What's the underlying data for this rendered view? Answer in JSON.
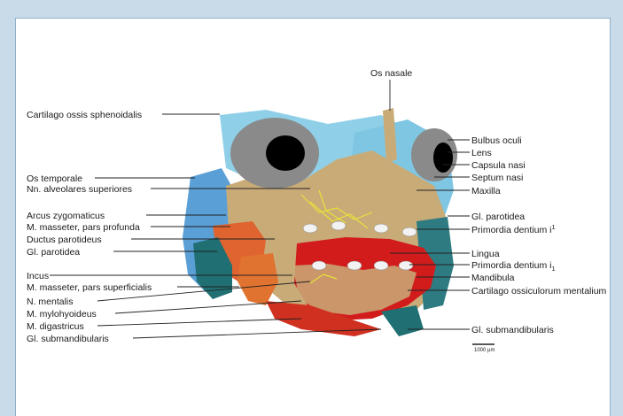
{
  "labels_left": [
    "Cartilago ossis sphenoidalis",
    "Os temporale",
    "Nn. alveolares superiores",
    "Arcus zygomaticus",
    "M. masseter, pars profunda",
    "Ductus parotideus",
    "Gl. parotidea",
    "Incus",
    "M. masseter, pars superficialis",
    "N. mentalis",
    "M. mylohyoideus",
    "M. digastricus",
    "Gl. submandibularis"
  ],
  "labels_top": [
    "Os nasale"
  ],
  "labels_right": [
    "Bulbus oculi",
    "Lens",
    "Capsula nasi",
    "Septum nasi",
    "Maxilla",
    "Gl. parotidea",
    "Primordia dentium i",
    "Lingua",
    "Primordia dentium i",
    "Mandibula",
    "Cartilago ossiculorum mentalium",
    "Gl. submandibularis"
  ],
  "superscripts": {
    "primordia_upper": "1"
  },
  "subscripts": {
    "primordia_lower": "1"
  },
  "scale_bar": {
    "label": "1000 µm"
  },
  "colors": {
    "background": "#c9dbe9",
    "panel": "#ffffff",
    "bone": "#c9ab78",
    "cartilage": "#8fd0e8",
    "eye": "#8c8c8c",
    "muscle": "#dd4b2a",
    "gland": "#1f6f73",
    "tongue": "#d21c1c",
    "nerve": "#e8e23a"
  }
}
